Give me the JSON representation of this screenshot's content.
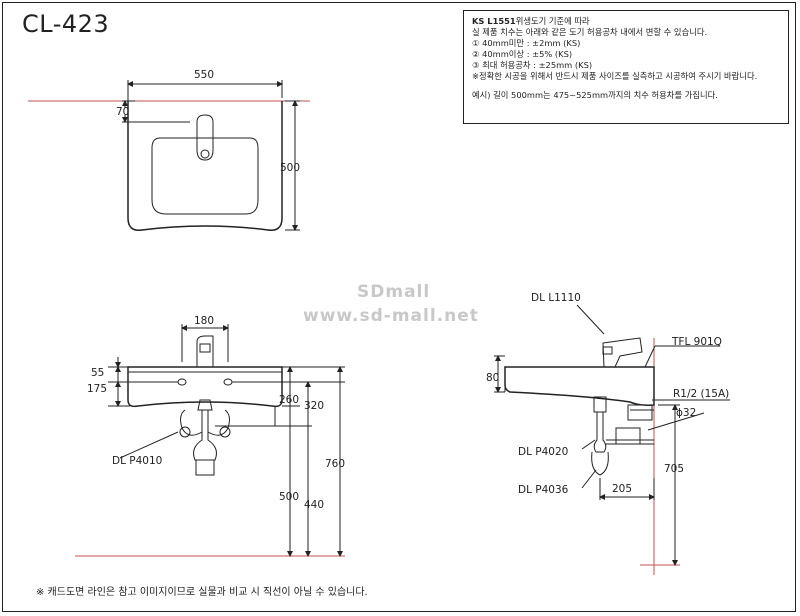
{
  "model": "CL-423",
  "notes": {
    "line1_bold": "KS L1551",
    "line1_rest": "위생도기 기준에 따라",
    "line2": "실 제품 치수는 아래와 같은 도기 허용공차 내에서 변할 수 있습니다.",
    "line3": "① 40mm미만 : ±2mm (KS)",
    "line4": "② 40mm이상 : ±5% (KS)",
    "line5": "③ 최대 허용공차 : ±25mm (KS)",
    "line6": "※정확한 시공을 위해서 반드시 제품 사이즈를 실측하고 시공하여 주시기 바랍니다.",
    "line7": "예시) 길이 500mm는 475~525mm까지의 치수 허용차를 가집니다."
  },
  "watermark": {
    "line1": "SDmall",
    "line2": "www.sd-mall.net"
  },
  "top_view": {
    "width": "550",
    "depth": "500",
    "tap_offset": "70"
  },
  "front_view": {
    "tap_spacing": "180",
    "dim_55": "55",
    "dim_175": "175",
    "dim_260": "260",
    "dim_320": "320",
    "dim_760": "760",
    "dim_500": "500",
    "dim_440": "440",
    "trap_label": "DL P4010"
  },
  "side_view": {
    "faucet_label": "DL L1110",
    "fitting_label": "TFL 901Q",
    "dim_80": "80",
    "pipe_label": "R1/2 (15A)",
    "diameter_label": "ϕ32",
    "drain_label_1": "DL P4020",
    "drain_label_2": "DL P4036",
    "dim_205": "205",
    "dim_705": "705"
  },
  "footer": "※ 캐드도면 라인은 참고 이미지이므로 실물과 비교 시 직선이 아닐 수 있습니다."
}
